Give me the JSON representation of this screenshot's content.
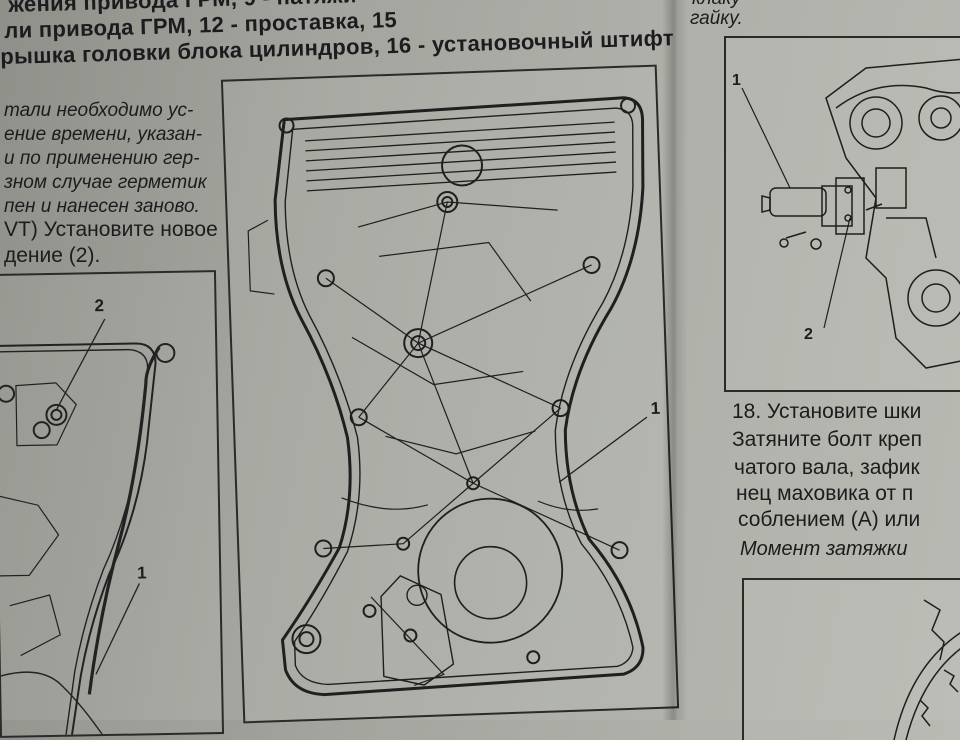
{
  "left_page": {
    "caption_lines": [
      "жения привода ГРМ, 9 - натяжи",
      "ли привода ГРМ, 12 - проставка, 15",
      "рышка головки блока цилиндров, 16 - установочный штифт"
    ],
    "paragraph_lines": [
      "тали необходимо ус-",
      "ение времени, указан-",
      "и по применению гер-",
      "зном случае герметик",
      "пен и нанесен заново.",
      "VT) Установите новое",
      "дение (2)."
    ],
    "small_figure": {
      "callouts": [
        "2",
        "1"
      ]
    },
    "main_figure": {
      "callouts": [
        "1"
      ]
    }
  },
  "right_page": {
    "top_lines": [
      "клаку",
      "гайку."
    ],
    "figure": {
      "callouts": [
        "1",
        "2"
      ]
    },
    "step_lines": [
      "18. Установите шки",
      "Затяните болт креп",
      "чатого вала, зафик",
      "нец маховика от п",
      "соблением (А) или"
    ],
    "torque_label": "Момент затяжки"
  }
}
